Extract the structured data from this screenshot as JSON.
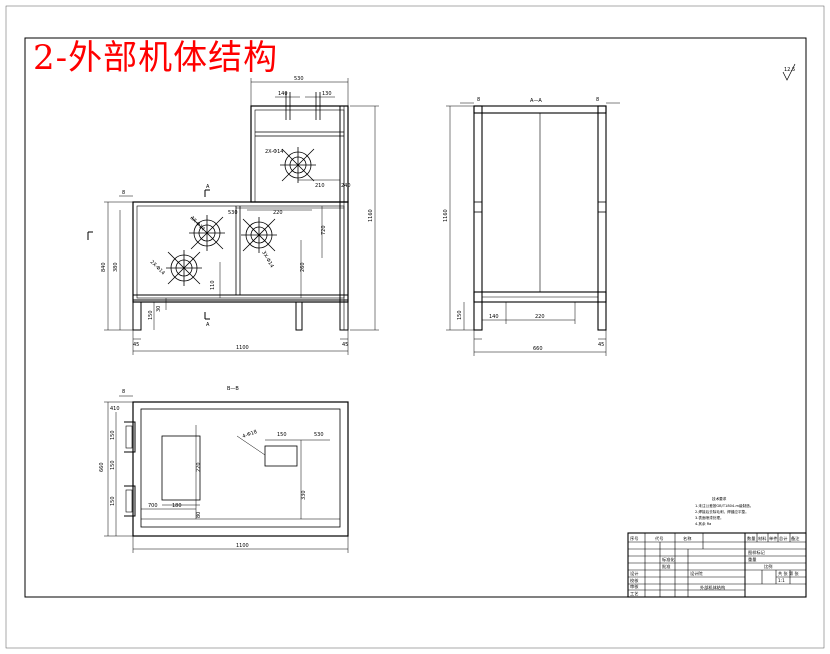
{
  "title": "2-外部机体结构",
  "colors": {
    "title": "#ff0000",
    "line": "#000000",
    "background": "#ffffff"
  },
  "view_front": {
    "section_mark_top": "A",
    "section_mark_bottom": "A",
    "dims": {
      "top_width": "530",
      "hole_left": "140",
      "hole_right": "130",
      "burner_r": "210",
      "mid_240": "240",
      "mid_220": "220",
      "mid_530": "530",
      "h_720": "720",
      "h_260": "260",
      "h_110": "110",
      "h_150": "150",
      "h_30": "30",
      "total_width": "1100",
      "total_height": "1160",
      "left_height": "840",
      "left_inner": "380",
      "leg_left": "45",
      "leg_right": "45",
      "top_8": "8"
    },
    "burner_labels": [
      "2X-Φ14",
      "3X-Φ14",
      "2X-Φ14",
      "3X-Φ14"
    ]
  },
  "view_section_aa": {
    "title": "A—A",
    "dims": {
      "left_top": "8",
      "right_top": "8",
      "height": "1160",
      "base": "140",
      "base_220": "220",
      "leg": "45",
      "width": "660",
      "side_150": "150"
    }
  },
  "view_section_bb": {
    "title": "B—B",
    "dims": {
      "top_8": "8",
      "left_410": "410",
      "d_150": "150",
      "d_530": "530",
      "v_150a": "150",
      "v_150b": "150",
      "v_150c": "150",
      "h_220": "220",
      "h_330": "330",
      "h_80": "80",
      "w_700": "700",
      "w_180": "180",
      "total_width": "1100",
      "total_height": "660",
      "hole_label": "4-Φ18"
    }
  },
  "notes": {
    "heading": "技术要求",
    "lines": [
      "1.未注公差按GB/T1804-m级制造。",
      "2.焊接后去除毛刺，焊缝应平整。",
      "3.表面喷漆处理。",
      "4.其余 Ra"
    ]
  },
  "title_block": {
    "header": [
      "序号",
      "代号",
      "名称",
      "数量",
      "材料",
      "单件",
      "总计",
      "备注"
    ],
    "labels": [
      "设计",
      "校核",
      "审核",
      "工艺",
      "标准化",
      "批准"
    ],
    "material_cell": "图样标记",
    "weight_label": "重量",
    "scale_label": "比例",
    "scale_value": "1:1",
    "sheet_label": "共 张 第 张",
    "drawing_name": "外部机体结构",
    "company": "设计院"
  },
  "roughness_mark": "12.5"
}
